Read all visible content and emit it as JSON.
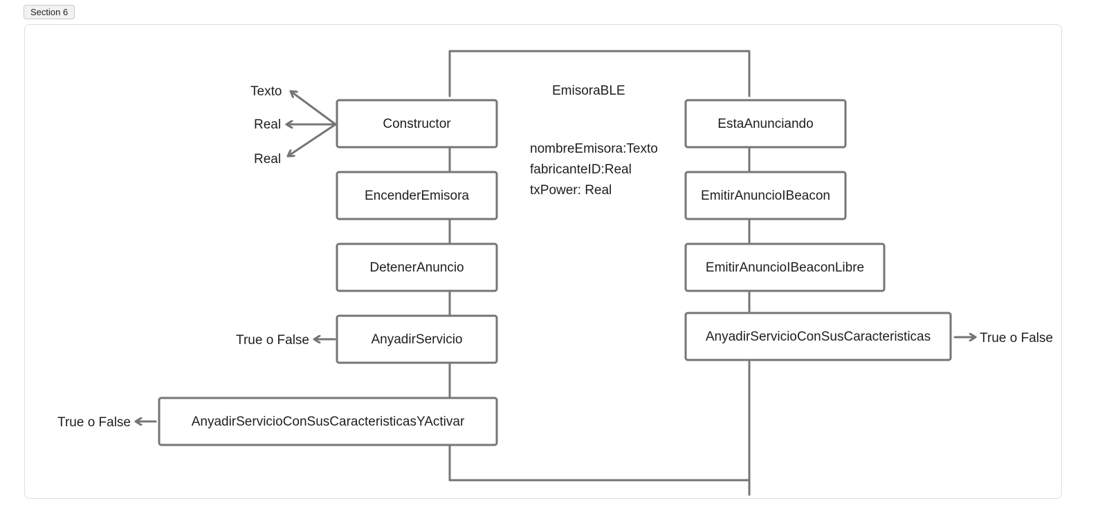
{
  "section_label": "Section 6",
  "diagram": {
    "class_title": "EmisoraBLE",
    "attributes": [
      "nombreEmisora:Texto",
      "fabricanteID:Real",
      "txPower: Real"
    ],
    "left_methods": [
      "Constructor",
      "EncenderEmisora",
      "DetenerAnuncio",
      "AnyadirServicio",
      "AnyadirServicioConSusCaracteristicasYActivar"
    ],
    "right_methods": [
      "EstaAnunciando",
      "EmitirAnuncioIBeacon",
      "EmitirAnuncioIBeaconLibre",
      "AnyadirServicioConSusCaracteristicas"
    ],
    "constructor_params": [
      "Texto",
      "Real",
      "Real"
    ],
    "outputs": {
      "anyadir_servicio": "True o False",
      "anyadir_servicio_activar": "True o False",
      "anyadir_servicio_caracteristicas": "True o False"
    }
  }
}
